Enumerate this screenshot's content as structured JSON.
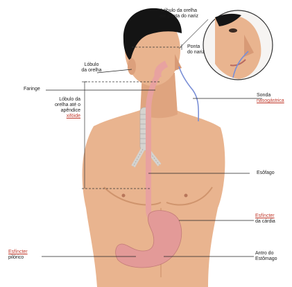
{
  "labels": {
    "lobulo_nariz": [
      "Lóbulo da orelha",
      "até ponta do nariz"
    ],
    "ponta_nariz": [
      "Ponta",
      "do nariz"
    ],
    "lobulo_orelha": [
      "Lóbulo",
      "da orelha"
    ],
    "faringe": "Faringe",
    "lobulo_xifoide": [
      "Lóbulo da",
      "orelha até o",
      "apêndice",
      "xifóide"
    ],
    "sonda": [
      "Sonda",
      "nasogástrica"
    ],
    "esofago": "Esôfago",
    "esfincter_cardia": [
      "Esfíncter",
      "da cárdia"
    ],
    "esfincter_piloro": [
      "Esfíncter",
      "pilórico"
    ],
    "antro": [
      "Antro do",
      "Estômago"
    ]
  },
  "colors": {
    "skin": "#e9b48f",
    "skin_shade": "#d49b74",
    "hair": "#141414",
    "tube": "#7a8fd6",
    "esophagus": "#e8a2a0",
    "stomach": "#e39a98",
    "trachea": "#d5d3cf",
    "line": "#222222",
    "red_label": "#c0392b"
  }
}
